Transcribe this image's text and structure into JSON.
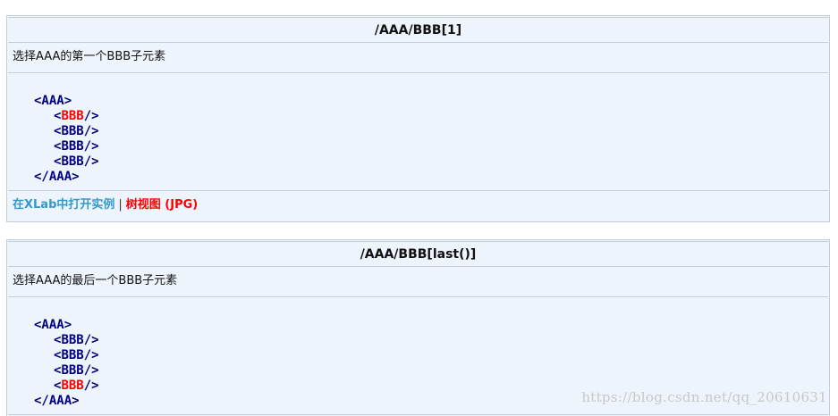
{
  "examples": [
    {
      "title": "/AAA/BBB[1]",
      "description": "选择AAA的第一个BBB子元素",
      "code": {
        "open_tag": "<AAA>",
        "close_tag": "</AAA>",
        "child_lt": "<",
        "child_name": "BBB",
        "child_end": "/>"
      },
      "highlighted_child_index": 0,
      "links": {
        "xlab": "在XLab中打开实例",
        "separator": "|",
        "tree": "树视图 (JPG)"
      }
    },
    {
      "title": "/AAA/BBB[last()]",
      "description": "选择AAA的最后一个BBB子元素",
      "code": {
        "open_tag": "<AAA>",
        "close_tag": "</AAA>",
        "child_lt": "<",
        "child_name": "BBB",
        "child_end": "/>"
      },
      "highlighted_child_index": 3
    }
  ],
  "watermark": "https://blog.csdn.net/qq_20610631",
  "colors": {
    "panel_bg": "#eef4fb",
    "border": "#c4ccd6",
    "code_text": "#000080",
    "highlight": "#ff0000",
    "link_blue": "#3399cc",
    "link_red": "#ff0000"
  }
}
